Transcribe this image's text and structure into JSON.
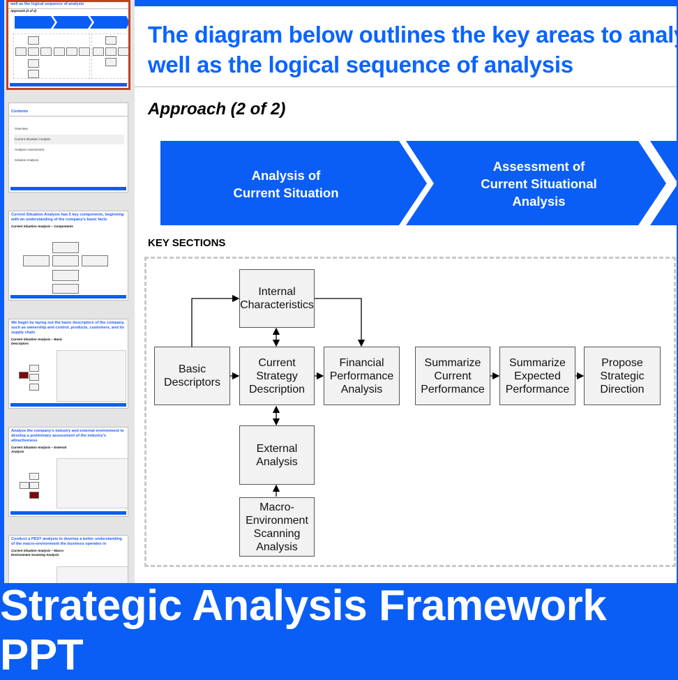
{
  "thumbnails": [
    {
      "title": "well as the logical sequence of analysis",
      "subtitle": "Approach (2 of 2)",
      "selected": true
    },
    {
      "title": "Contents",
      "items": [
        "Overview",
        "Current Situation Analysis",
        "Analysis Assessment",
        "Solution Analysis"
      ]
    },
    {
      "title": "Current Situation Analysis has 5 key components, beginning with an understanding of the company's basic facts",
      "subtitle": "Current Situation Analysis – Components"
    },
    {
      "title": "We begin by laying out the basic descriptors of the company, such as ownership and control, products, customers, and its supply chain",
      "subtitle": "Current Situation Analysis – Basic Descriptors"
    },
    {
      "title": "Analyze the company's industry and external environment to develop a preliminary assessment of the industry's attractiveness",
      "subtitle": "Current Situation Analysis – External Analysis"
    },
    {
      "title": "Conduct a PEST analysis to develop a better understanding of the macro-environment the business operates in",
      "subtitle": "Current Situation Analysis – Macro-Environment Scanning Analysis"
    }
  ],
  "slide": {
    "title_line1": "The diagram below outlines the key areas to analyze as",
    "title_line2": "well as the logical sequence of analysis",
    "subtitle": "Approach (2 of 2)",
    "chevrons": [
      "Analysis of\nCurrent Situation",
      "Assessment of\nCurrent Situational\nAnalysis"
    ],
    "key_sections": "KEY SECTIONS",
    "boxes": {
      "internal": "Internal Characteristics",
      "basic": "Basic Descriptors",
      "current": "Current Strategy Description",
      "financial": "Financial Performance Analysis",
      "sum_current": "Summarize Current Performance",
      "sum_expected": "Summarize Expected Performance",
      "propose": "Propose Strategic Direction",
      "external": "External Analysis",
      "macro": "Macro-Environment Scanning Analysis"
    }
  },
  "banner": "Strategic Analysis Framework PPT",
  "colors": {
    "brand_blue": "#0a5ef5",
    "title_blue": "#0a64ff",
    "selected_border": "#c2411f",
    "box_fill": "#f2f2f2"
  }
}
